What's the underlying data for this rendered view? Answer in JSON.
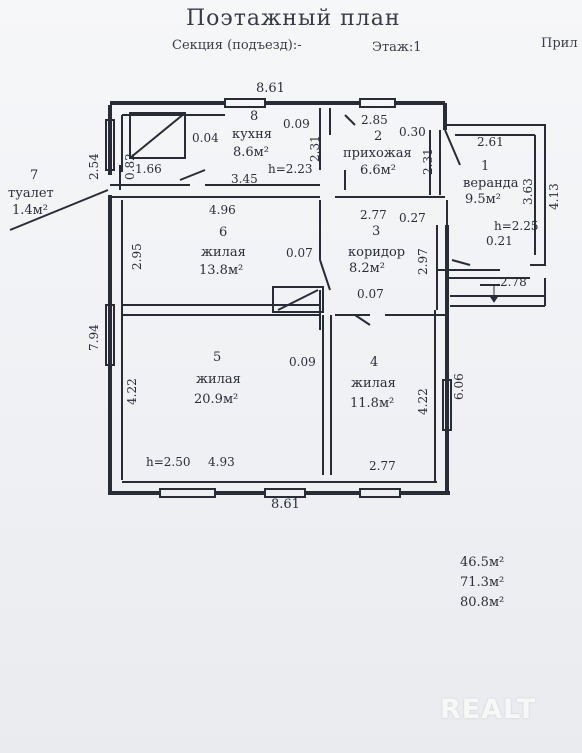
{
  "header": {
    "title": "Поэтажный план",
    "section": "Секция (подъезд):-",
    "floor": "Этаж:1",
    "appendix": "Прил"
  },
  "rooms": [
    {
      "num": "1",
      "name": "веранда",
      "area": "9.5м²"
    },
    {
      "num": "2",
      "name": "прихожая",
      "area": "6.6м²"
    },
    {
      "num": "3",
      "name": "коридор",
      "area": "8.2м²"
    },
    {
      "num": "4",
      "name": "жилая",
      "area": "11.8м²"
    },
    {
      "num": "5",
      "name": "жилая",
      "area": "20.9м²"
    },
    {
      "num": "6",
      "name": "жилая",
      "area": "13.8м²"
    },
    {
      "num": "7",
      "name": "туалет",
      "area": "1.4м²"
    },
    {
      "num": "8",
      "name": "кухня",
      "area": "8.6м²"
    }
  ],
  "dims": {
    "top_total": "8.61",
    "bottom_total": "8.61",
    "left_upper": "2.54",
    "left_lower": "7.94",
    "right_total": "6.06",
    "kitchen_top_gap": "0.09",
    "kitchen_left": "0.04",
    "kitchen_side": "2.31",
    "toilet_w": "1.66",
    "toilet_h": "0.82",
    "kitchen_bottom": "3.45",
    "h_kitchen": "h=2.23",
    "hall_top": "2.85",
    "hall_gap": "0.30",
    "hall_side": "2.31",
    "veranda_top": "2.61",
    "veranda_side_a": "3.63",
    "veranda_side_b": "4.13",
    "h_veranda": "h=2.25",
    "veranda_gap": "0.21",
    "veranda_bottom": "2.78",
    "room6_top": "4.96",
    "room6_side": "2.95",
    "room6_gap": "0.07",
    "corr_top": "2.77",
    "corr_gap": "0.27",
    "corr_side": "2.97",
    "corr_bottom": "0.07",
    "room5_gap": "0.09",
    "room5_side": "4.22",
    "room4_side": "4.22",
    "h_room5": "h=2.50",
    "room5_bottom": "4.93",
    "room4_bottom": "2.77"
  },
  "totals": [
    "46.5м²",
    "71.3м²",
    "80.8м²"
  ],
  "watermark": "REALT",
  "colors": {
    "line": "#2a2c35",
    "paper": "#f4f5f7"
  }
}
